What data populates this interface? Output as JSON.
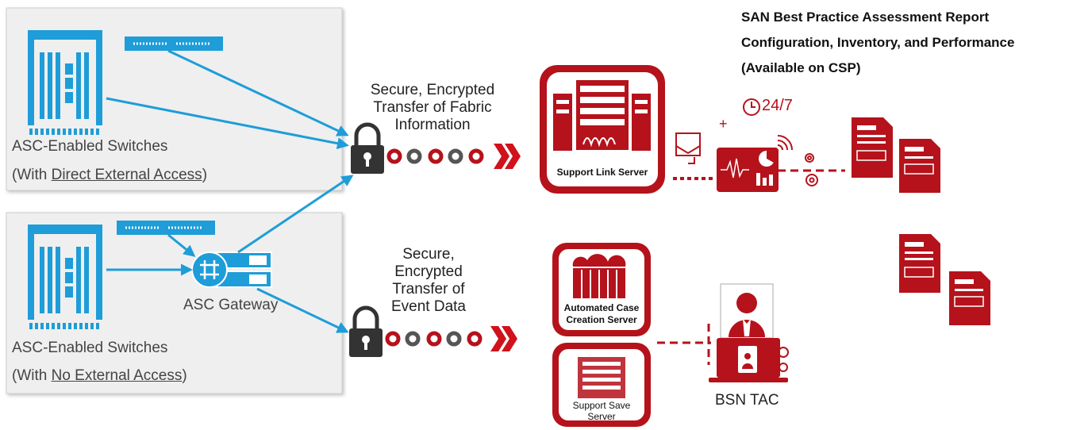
{
  "report": {
    "line1": "SAN Best Practice Assessment Report",
    "line2": "Configuration, Inventory, and Performance",
    "line3": "(Available on CSP)"
  },
  "direct_group": {
    "label": "ASC-Enabled Switches",
    "sub_prefix": "(With ",
    "sub_link": "Direct External Access",
    "sub_suffix": ")"
  },
  "no_access_group": {
    "label": "ASC-Enabled Switches",
    "sub_prefix": "(With ",
    "sub_link": "No External Access",
    "sub_suffix": ")",
    "gateway_label": "ASC Gateway"
  },
  "transfer_fabric": {
    "line1": "Secure, Encrypted",
    "line2": "Transfer of Fabric",
    "line3": "Information"
  },
  "transfer_event": {
    "line1": "Secure,",
    "line2": "Encrypted",
    "line3": "Transfer of",
    "line4": "Event Data"
  },
  "support_link_server": {
    "label": "Support Link Server"
  },
  "case_server": {
    "line1": "Automated Case",
    "line2": "Creation Server"
  },
  "support_save_server": {
    "line1": "Support Save",
    "line2": "Server"
  },
  "monitor": {
    "availability": "24/7"
  },
  "tac": {
    "label": "BSN TAC"
  },
  "colors": {
    "brand_red": "#b5121b",
    "link_blue": "#1e9dd8",
    "panel_gray": "#eeeeee",
    "dark": "#333333"
  }
}
